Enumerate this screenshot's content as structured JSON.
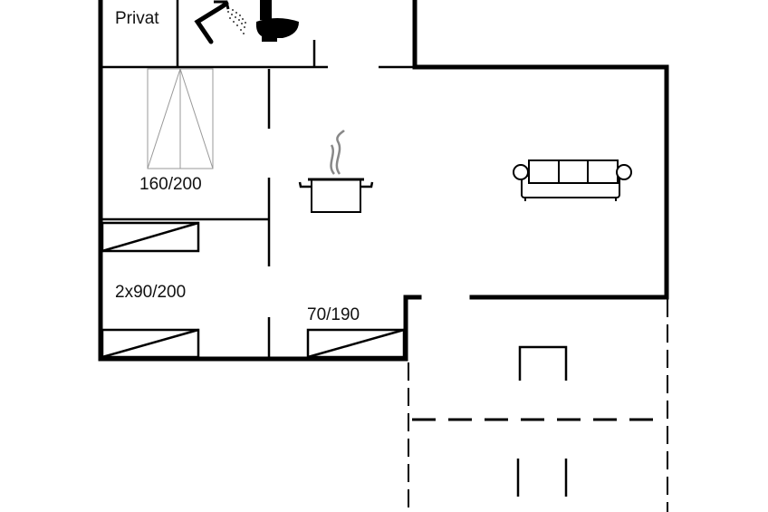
{
  "rooms": {
    "private_label": "Privat",
    "bed_double": "160/200",
    "bed_twin": "2x90/200",
    "bed_single": "70/190"
  },
  "icons": [
    "shower-icon",
    "toilet-icon",
    "cooking-pot-icon",
    "sofa-icon",
    "table-icon"
  ]
}
